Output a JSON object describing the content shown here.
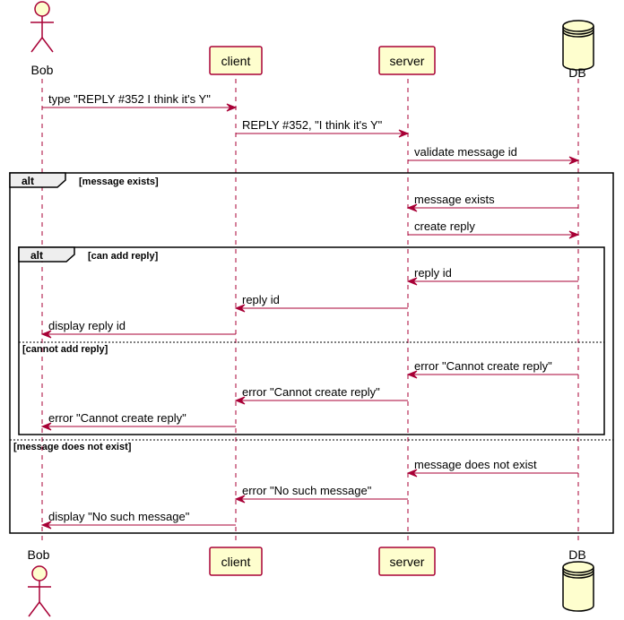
{
  "participants": [
    {
      "id": "bob",
      "label": "Bob",
      "kind": "actor"
    },
    {
      "id": "client",
      "label": "client",
      "kind": "participant"
    },
    {
      "id": "server",
      "label": "server",
      "kind": "participant"
    },
    {
      "id": "db",
      "label": "DB",
      "kind": "database"
    }
  ],
  "messages": [
    {
      "from": "bob",
      "to": "client",
      "label": "type \"REPLY #352 I think it's Y\""
    },
    {
      "from": "client",
      "to": "server",
      "label": "REPLY #352, \"I think it's Y\""
    },
    {
      "from": "server",
      "to": "db",
      "label": "validate message id"
    },
    {
      "from": "db",
      "to": "server",
      "label": "message exists"
    },
    {
      "from": "server",
      "to": "db",
      "label": "create reply"
    },
    {
      "from": "db",
      "to": "server",
      "label": "reply id"
    },
    {
      "from": "server",
      "to": "client",
      "label": "reply id"
    },
    {
      "from": "client",
      "to": "bob",
      "label": "display reply id"
    },
    {
      "from": "db",
      "to": "server",
      "label": "error \"Cannot create reply\""
    },
    {
      "from": "server",
      "to": "client",
      "label": "error \"Cannot create reply\""
    },
    {
      "from": "client",
      "to": "bob",
      "label": "error \"Cannot create reply\""
    },
    {
      "from": "db",
      "to": "server",
      "label": "message does not exist"
    },
    {
      "from": "server",
      "to": "client",
      "label": "error \"No such message\""
    },
    {
      "from": "client",
      "to": "bob",
      "label": "display \"No such message\""
    }
  ],
  "fragments": [
    {
      "keyword": "alt",
      "guard": "[message exists]",
      "else_guard": "[message does not exist]"
    },
    {
      "keyword": "alt",
      "guard": "[can add reply]",
      "else_guard": "[cannot add reply]"
    }
  ],
  "colors": {
    "participant_fill": "#FEFECE",
    "line": "#A80036",
    "frame": "#000000",
    "tab_fill": "#EEEEEE"
  }
}
